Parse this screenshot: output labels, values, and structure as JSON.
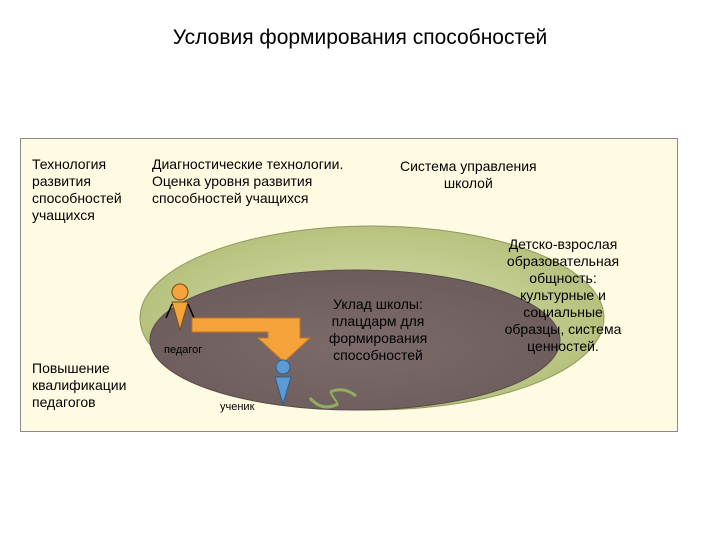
{
  "title": "Условия формирования способностей",
  "labels": {
    "tech_dev": "Технология\nразвития\nспособностей\nучащихся",
    "diag_tech": "Диагностические технологии.\nОценка уровня развития\nспособностей учащихся",
    "mgmt_system": "Система управления\nшколой",
    "community": "Детско-взрослая\nобразовательная\nобщность:\nкультурные и\nсоциальные\nобразцы, система\nценностей.",
    "school_way": "Уклад школы:\nплацдарм для\nформирования\nспособностей",
    "qualification": "Повышение\nквалификации\nпедагогов",
    "teacher": "педагог",
    "student": "ученик"
  },
  "colors": {
    "panel_bg": "#fffbe3",
    "outer_ellipse": "#c3cd8e",
    "inner_ellipse": "#776565",
    "arrow": "#f4a23a",
    "teacher_figure": "#f4a23a",
    "student_figure": "#5b9bd5",
    "cycle_arrows": "#8fae5f"
  }
}
